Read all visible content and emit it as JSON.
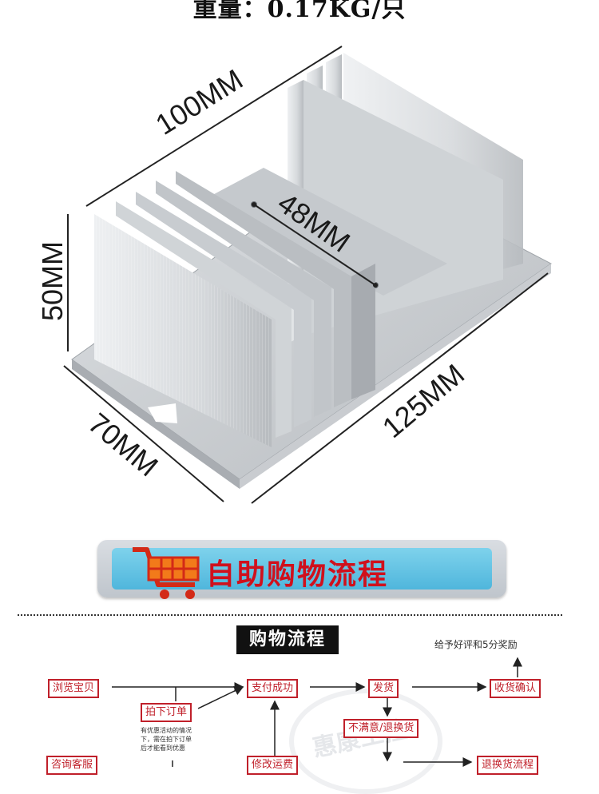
{
  "header": {
    "weight_text": "重量：0.17KG/只"
  },
  "dimensions": {
    "length": "100MM",
    "height": "50MM",
    "width": "70MM",
    "fin_length": "125MM",
    "hole_spacing": "48MM"
  },
  "banner": {
    "title": "自助购物流程"
  },
  "flow": {
    "title": "购物流程",
    "review_note": "给予好评和5分奖励",
    "steps": {
      "browse": "浏览宝贝",
      "order": "拍下订单",
      "pay": "支付成功",
      "ship": "发货",
      "confirm": "收货确认",
      "unsatisfied": "不满意/退换货",
      "consult": "咨询客服",
      "modify_shipping": "修改运费",
      "return_flow": "退换货流程"
    },
    "order_note": [
      "有优惠活动的情况",
      "下，需在拍下订单",
      "后才能看到优惠"
    ],
    "watermark": "惠康工控"
  },
  "colors": {
    "accent": "#c0202a",
    "banner_blue": "#4fb6dc",
    "banner_text": "#d0101c"
  }
}
